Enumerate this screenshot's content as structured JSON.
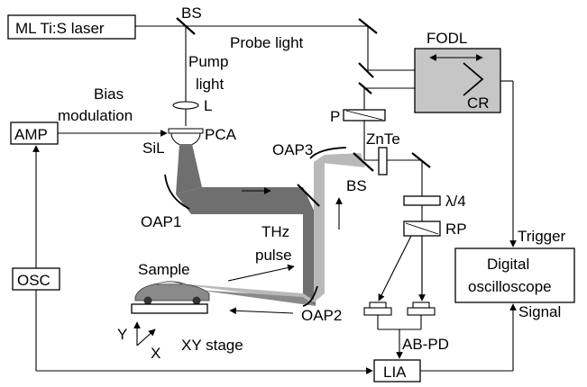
{
  "labels": {
    "laser": "ML Ti:S laser",
    "bs_top": "BS",
    "probe_light": "Probe light",
    "pump": "Pump",
    "light": "light",
    "fodl": "FODL",
    "cr": "CR",
    "bias": "Bias",
    "modulation": "modulation",
    "l": "L",
    "amp": "AMP",
    "pca": "PCA",
    "sil": "SiL",
    "p": "P",
    "oap3": "OAP3",
    "znte": "ZnTe",
    "bs_mid": "BS",
    "oap1": "OAP1",
    "lambda4": "λ/4",
    "rp": "RP",
    "thz": "THz",
    "pulse": "pulse",
    "trigger": "Trigger",
    "sample": "Sample",
    "osc": "OSC",
    "oap2": "OAP2",
    "digital": "Digital",
    "oscilloscope": "oscilloscope",
    "signal": "Signal",
    "y": "Y",
    "x": "X",
    "xy_stage": "XY stage",
    "ab_pd": "AB-PD",
    "lia": "LIA"
  },
  "colors": {
    "thz_beam": "#6f6f6f",
    "thz_light": "#b9b9b9",
    "fodl_fill": "#c6c6c6",
    "car": "#8a8a8a"
  }
}
